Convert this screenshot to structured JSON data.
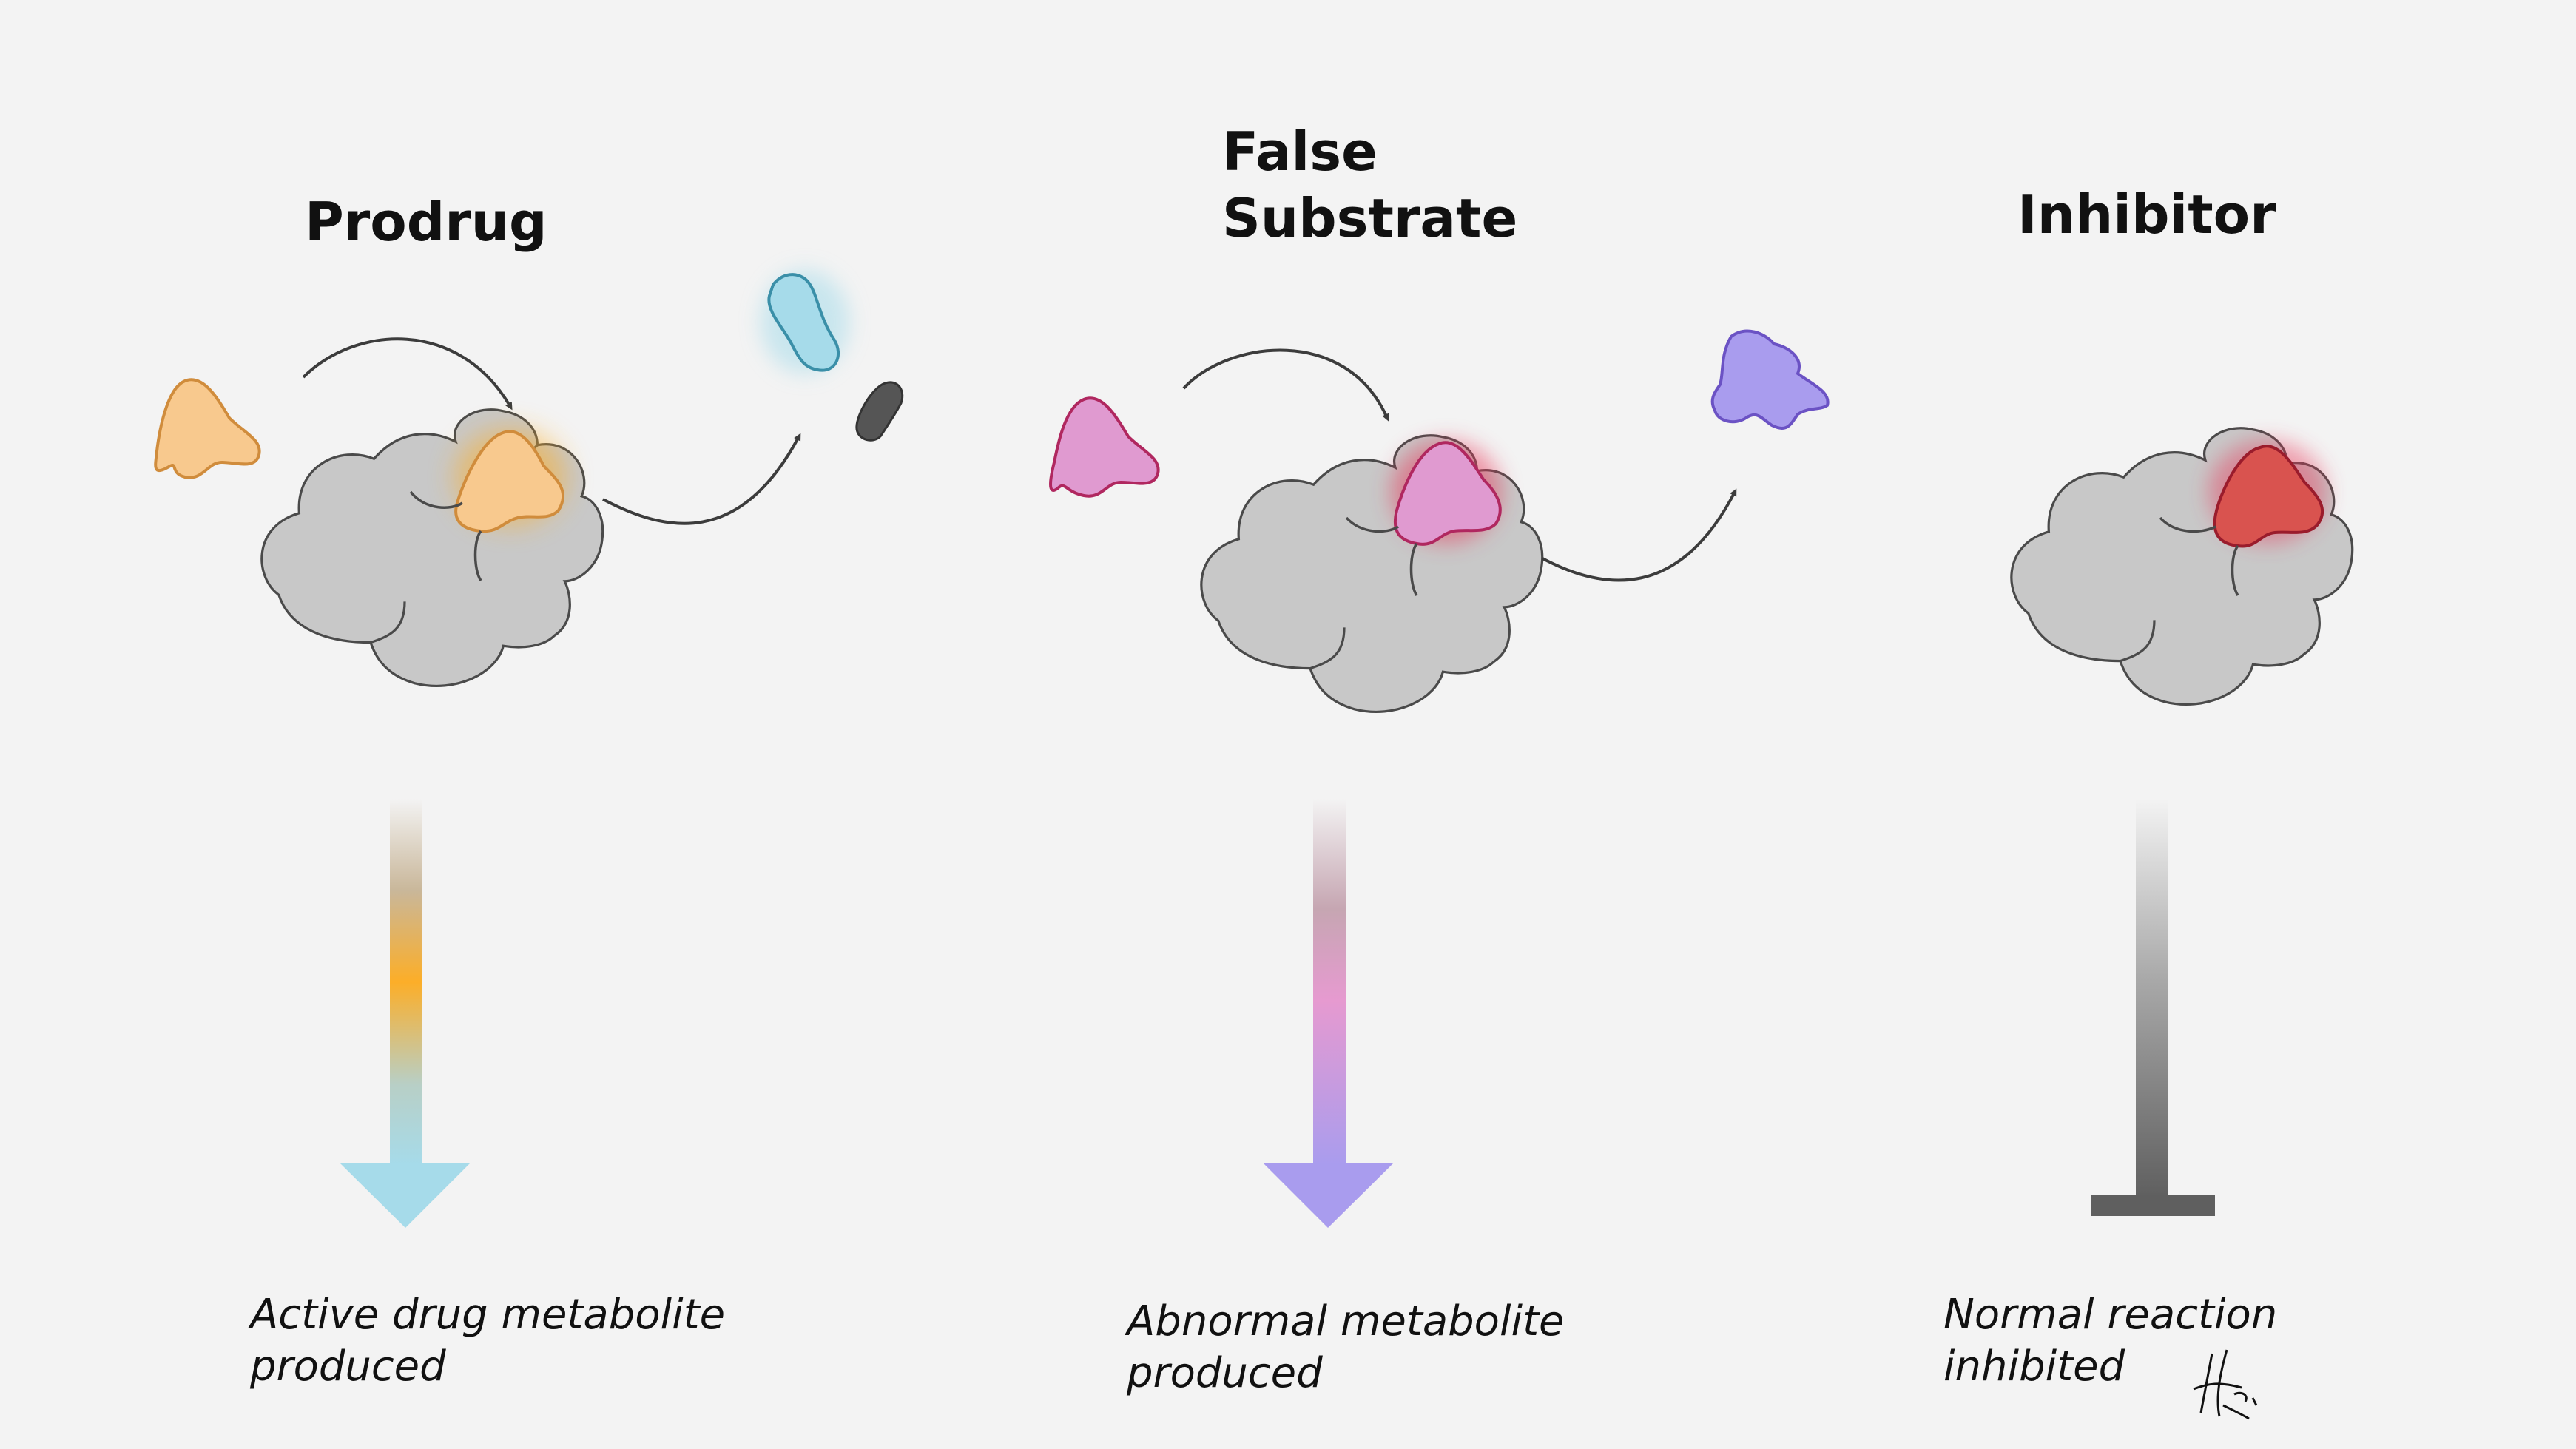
{
  "panels": {
    "prodrug": {
      "title": "Prodrug",
      "caption_line1": "Active drug metabolite",
      "caption_line2": "produced",
      "molecule_color": "#f8c98e",
      "product_color": "#a6dbea",
      "arrow_gradient": [
        "#c8c8c8",
        "#fcae28",
        "#a6dbea"
      ]
    },
    "false_substrate": {
      "title_line1": "False",
      "title_line2": "Substrate",
      "caption_line1": "Abnormal metabolite",
      "caption_line2": "produced",
      "molecule_color": "#e09ad0",
      "product_color": "#a99cee",
      "arrow_gradient": [
        "#c8c8c8",
        "#e69ad0",
        "#a99cee"
      ]
    },
    "inhibitor": {
      "title": "Inhibitor",
      "caption_line1": "Normal reaction",
      "caption_line2": "inhibited",
      "molecule_color": "#d9534f",
      "arrow_gradient": [
        "#f3f3f3",
        "#5f5f5f"
      ]
    }
  },
  "enzyme_color": "#c8c8c8",
  "outline_color": "#4a4a4a",
  "signature": "H 2023"
}
